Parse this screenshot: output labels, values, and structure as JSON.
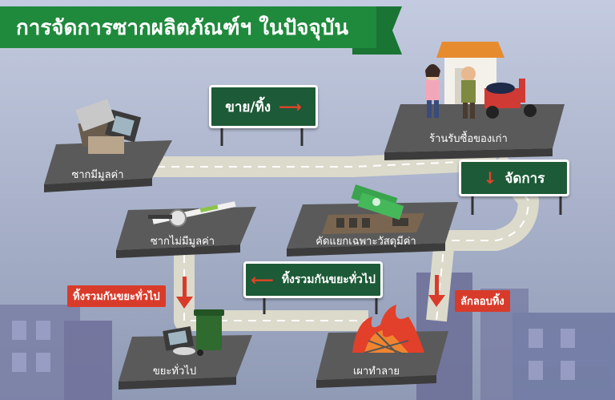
{
  "title": "การจัดการซากผลิตภัณฑ์ฯ ในปัจจุบัน",
  "signs": {
    "sell_discard": "ขาย/ทิ้ง",
    "manage": "จัดการ",
    "discard_with_general": "ทิ้งรวมกันขยะทั่วไป"
  },
  "platforms": {
    "valuable_waste": "ซากมีมูลค่า",
    "junk_shop": "ร้านรับซื้อของเก่า",
    "non_valuable_waste": "ซากไม่มีมูลค่า",
    "sort_valuables": "คัดแยกเฉพาะวัสดุมีค่า",
    "general_waste": "ขยะทั่วไป",
    "burning": "เผาทำลาย"
  },
  "tags": {
    "discard_with_general": "ทิ้งรวมกันขยะทั่วไป",
    "illegal_dumping": "ลักลอบทิ้ง"
  },
  "colors": {
    "title_green": "#1f8a3c",
    "sign_green": "#1d5a37",
    "arrow_red": "#e24428",
    "tag_red": "#d93b2b",
    "road": "#d9d7c9",
    "platform": "#4a4a4a"
  }
}
